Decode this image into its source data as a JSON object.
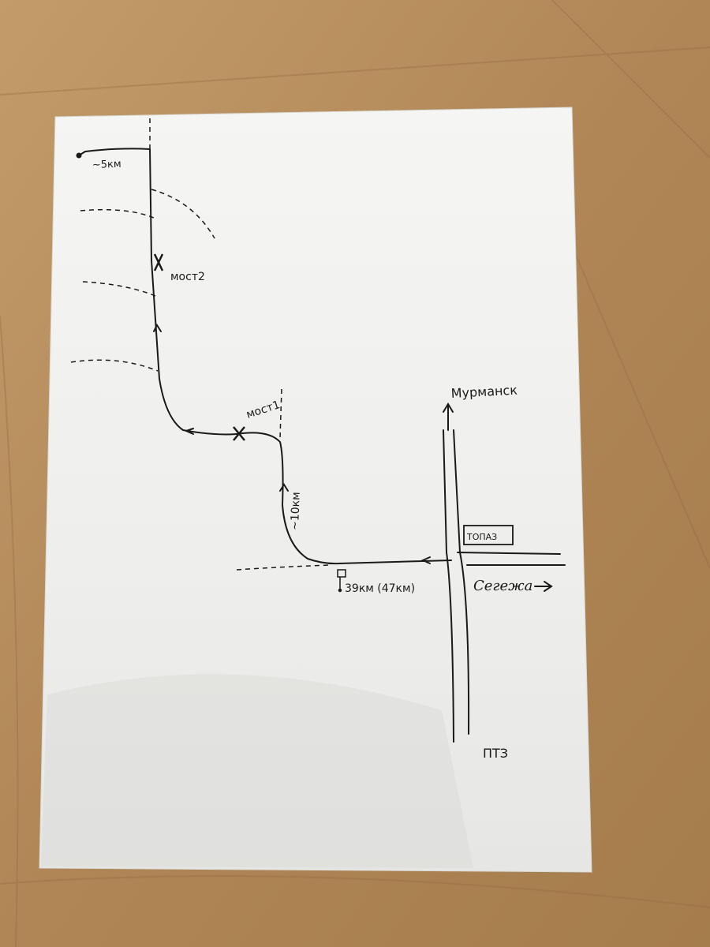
{
  "map": {
    "labels": {
      "distance_top": "~5км",
      "bridge_2": "мост2",
      "bridge_1": "мост1",
      "distance_mid": "~10км",
      "waypoint": "39км (47км)",
      "topaz": "ТОПАЗ",
      "murmansk": "Мурманск",
      "segezha": "Сегежа",
      "ptz": "ПТЗ"
    },
    "colors": {
      "paper": "#f4f4f2",
      "ink": "#1a1a1a",
      "wood": "#b89060"
    },
    "icons": {
      "bridge": "x-mark-icon",
      "start": "dot-icon",
      "waypoint": "signpost-icon",
      "direction": "arrow-icon"
    }
  }
}
